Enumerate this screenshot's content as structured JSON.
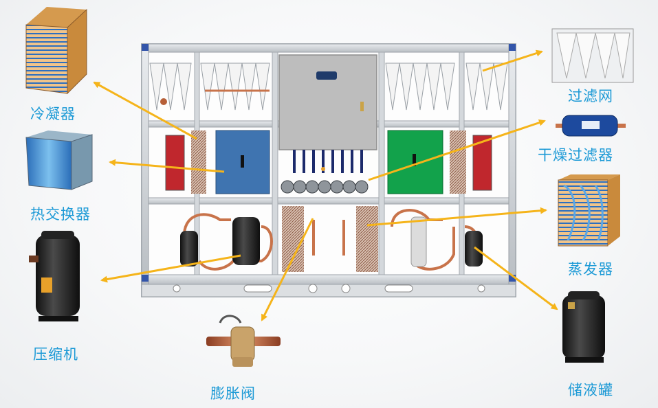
{
  "labels": {
    "condenser": "冷凝器",
    "heat_exchanger": "热交换器",
    "compressor": "压缩机",
    "expansion_valve": "膨胀阀",
    "filter": "过滤网",
    "drier_filter": "干燥过滤器",
    "evaporator": "蒸发器",
    "receiver": "储液罐"
  },
  "colors": {
    "label": "#1d9ad6",
    "arrow": "#f5b41a",
    "frame": "#c9cdd1",
    "panel_blue": "#3f74b0",
    "panel_green": "#12a24b",
    "copper": "#c8734a"
  }
}
